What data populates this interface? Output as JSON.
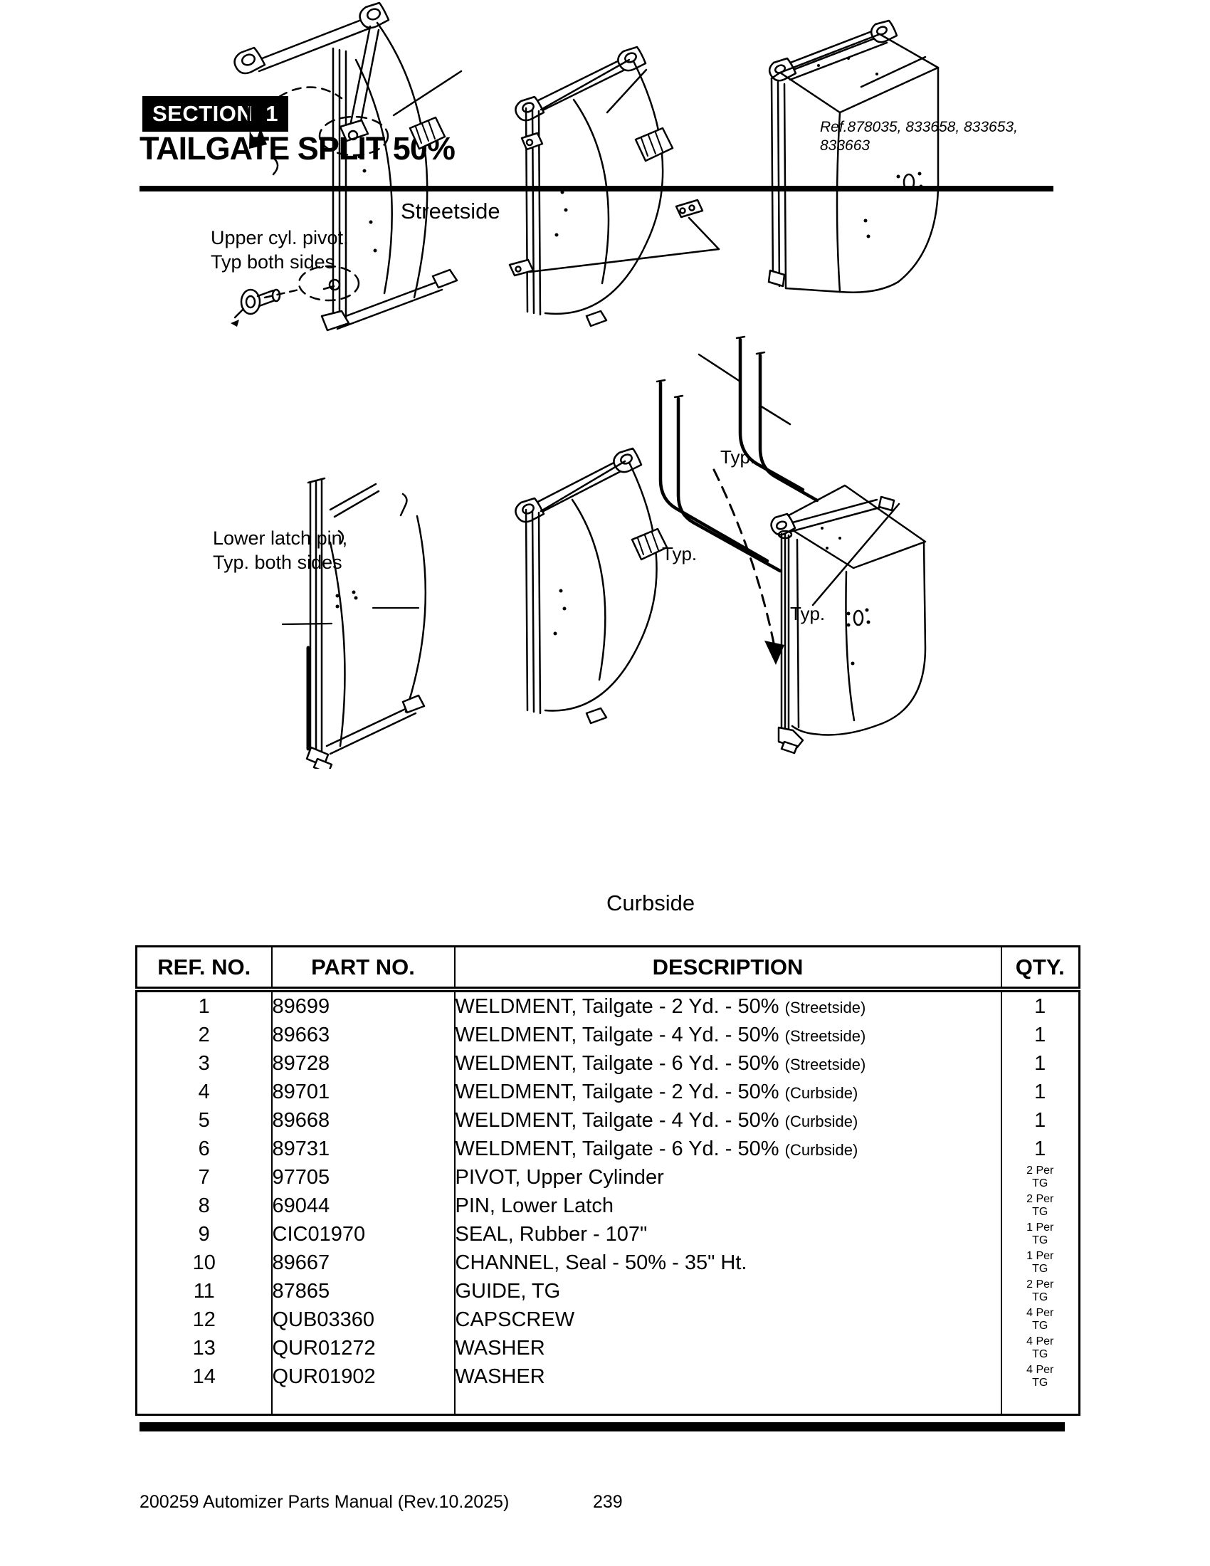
{
  "header": {
    "section_label": "SECTION",
    "section_number": "1",
    "title": "TAILGATE SPLIT 50%",
    "ref_line1": "Ref.878035, 833658, 833653,",
    "ref_line2": "833663"
  },
  "diagram": {
    "streetside_label": "Streetside",
    "curbside_label": "Curbside",
    "upper_pivot_note_line1": "Upper cyl. pivot,",
    "upper_pivot_note_line2": "Typ both sides",
    "lower_latch_note_line1": "Lower latch pin,",
    "lower_latch_note_line2": "Typ. both sides",
    "typ_label_1": "Typ.",
    "typ_label_2": "Typ.",
    "typ_label_3": "Typ."
  },
  "table": {
    "headers": {
      "ref": "REF. NO.",
      "part": "PART NO.",
      "desc": "DESCRIPTION",
      "qty": "QTY."
    },
    "rows": [
      {
        "ref": "1",
        "part": "89699",
        "desc": "WELDMENT, Tailgate - 2 Yd. - 50%",
        "suffix": "(Streetside)",
        "qty1": "1",
        "qty2": ""
      },
      {
        "ref": "2",
        "part": "89663",
        "desc": "WELDMENT, Tailgate - 4 Yd. - 50%",
        "suffix": "(Streetside)",
        "qty1": "1",
        "qty2": ""
      },
      {
        "ref": "3",
        "part": "89728",
        "desc": "WELDMENT, Tailgate - 6 Yd. - 50%",
        "suffix": "(Streetside)",
        "qty1": "1",
        "qty2": ""
      },
      {
        "ref": "4",
        "part": "89701",
        "desc": "WELDMENT, Tailgate - 2 Yd. - 50%",
        "suffix": "(Curbside)",
        "qty1": "1",
        "qty2": ""
      },
      {
        "ref": "5",
        "part": "89668",
        "desc": "WELDMENT, Tailgate - 4 Yd. - 50%",
        "suffix": "(Curbside)",
        "qty1": "1",
        "qty2": ""
      },
      {
        "ref": "6",
        "part": "89731",
        "desc": "WELDMENT, Tailgate - 6 Yd. - 50%",
        "suffix": "(Curbside)",
        "qty1": "1",
        "qty2": ""
      },
      {
        "ref": "7",
        "part": "97705",
        "desc": "PIVOT, Upper Cylinder",
        "suffix": "",
        "qty1": "2 Per",
        "qty2": "TG"
      },
      {
        "ref": "8",
        "part": "69044",
        "desc": "PIN, Lower Latch",
        "suffix": "",
        "qty1": "2 Per",
        "qty2": "TG"
      },
      {
        "ref": "9",
        "part": "CIC01970",
        "desc": "SEAL, Rubber - 107\"",
        "suffix": "",
        "qty1": "1 Per",
        "qty2": "TG"
      },
      {
        "ref": "10",
        "part": "89667",
        "desc": "CHANNEL, Seal - 50% - 35\" Ht.",
        "suffix": "",
        "qty1": "1 Per",
        "qty2": "TG"
      },
      {
        "ref": "11",
        "part": "87865",
        "desc": "GUIDE, TG",
        "suffix": "",
        "qty1": "2 Per",
        "qty2": "TG"
      },
      {
        "ref": "12",
        "part": "QUB03360",
        "desc": "CAPSCREW",
        "suffix": "",
        "qty1": "4 Per",
        "qty2": "TG"
      },
      {
        "ref": "13",
        "part": "QUR01272",
        "desc": "WASHER",
        "suffix": "",
        "qty1": "4 Per",
        "qty2": "TG"
      },
      {
        "ref": "14",
        "part": "QUR01902",
        "desc": "WASHER",
        "suffix": "",
        "qty1": "4 Per",
        "qty2": "TG"
      }
    ]
  },
  "footer": {
    "manual": "200259 Automizer Parts Manual (Rev.10.2025)",
    "page": "239"
  }
}
